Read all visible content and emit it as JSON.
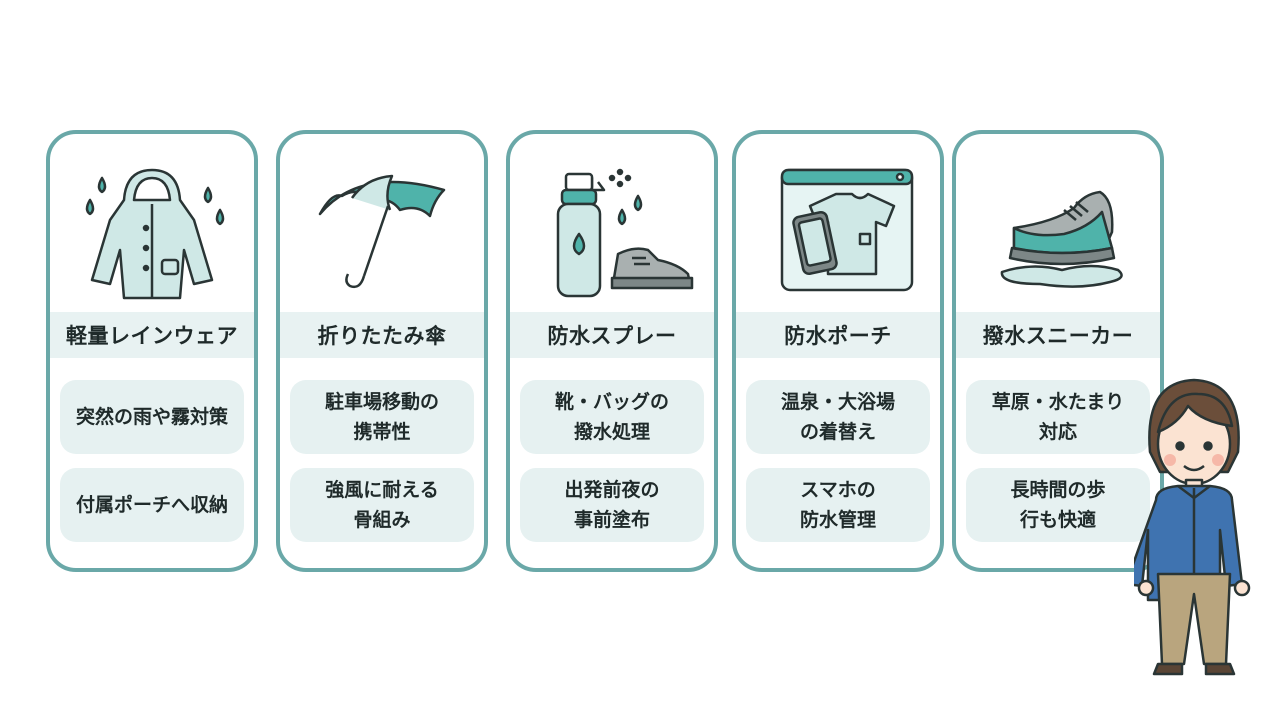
{
  "cards": [
    {
      "title": "軽量レインウェア",
      "icon": "raincoat-icon",
      "items": [
        "突然の雨や霧対策",
        "付属ポーチへ収納"
      ]
    },
    {
      "title": "折りたたみ傘",
      "icon": "umbrella-icon",
      "items": [
        "駐車場移動の\n携帯性",
        "強風に耐える\n骨組み"
      ]
    },
    {
      "title": "防水スプレー",
      "icon": "spray-icon",
      "items": [
        "靴・バッグの\n撥水処理",
        "出発前夜の\n事前塗布"
      ]
    },
    {
      "title": "防水ポーチ",
      "icon": "waterproof-pouch-icon",
      "items": [
        "温泉・大浴場\nの着替え",
        "スマホの\n防水管理"
      ]
    },
    {
      "title": "撥水スニーカー",
      "icon": "sneaker-icon",
      "items": [
        "草原・水たまり\n対応",
        "長時間の歩\n行も快適"
      ]
    }
  ],
  "colors": {
    "accent": "#6aa8a8",
    "teal": "#4fb3aa",
    "light_teal": "#cfe8e6",
    "pill": "#e6f1f1",
    "title_band": "#e8f2f2"
  }
}
